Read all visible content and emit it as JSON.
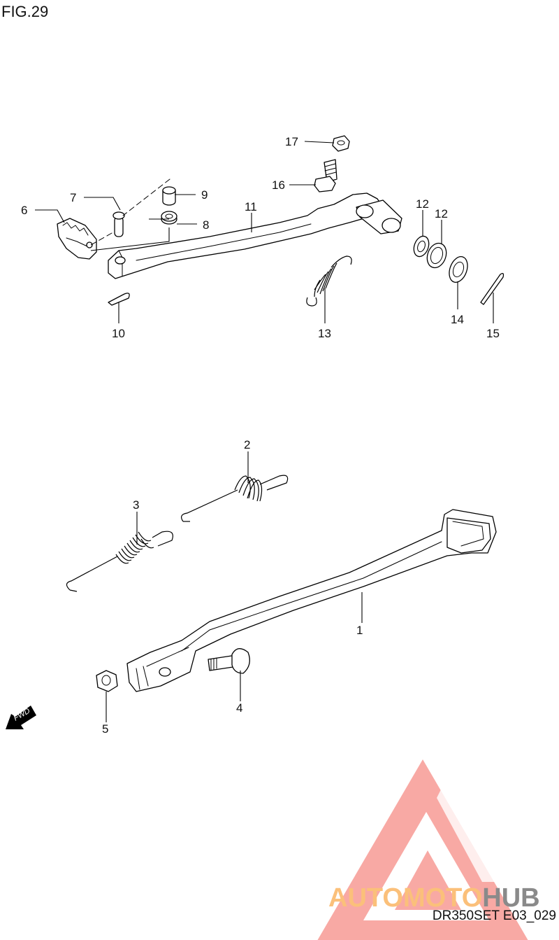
{
  "figure": {
    "title": "FIG.29",
    "reference_code": "DR350SET E03_029"
  },
  "watermark": {
    "part1": "AUTO",
    "part2": "MOTO",
    "part3": "HUB",
    "colors": {
      "triangle": "#f7a09a",
      "accent": "#fbc07a",
      "gray": "#8a8a8a"
    }
  },
  "fwd_arrow": {
    "label": "FWD"
  },
  "callouts": [
    "1",
    "2",
    "3",
    "4",
    "5",
    "6",
    "7",
    "8",
    "9",
    "10",
    "11",
    "12",
    "12",
    "13",
    "14",
    "15",
    "16",
    "17"
  ]
}
